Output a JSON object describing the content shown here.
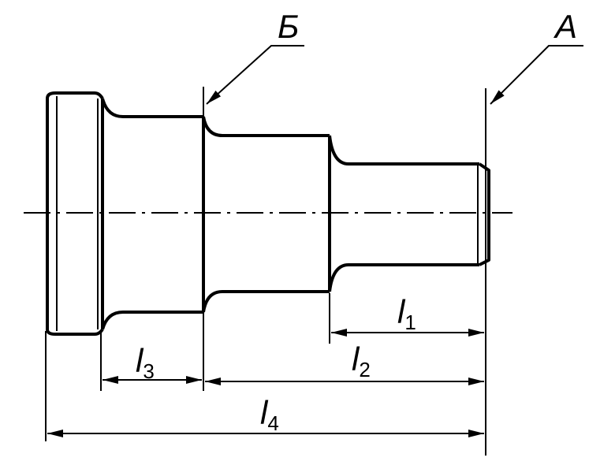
{
  "labels": {
    "datum_b": "Б",
    "datum_a": "А",
    "l1": {
      "main": "l",
      "sub": "1"
    },
    "l2": {
      "main": "l",
      "sub": "2"
    },
    "l3": {
      "main": "l",
      "sub": "3"
    },
    "l4": {
      "main": "l",
      "sub": "4"
    }
  }
}
